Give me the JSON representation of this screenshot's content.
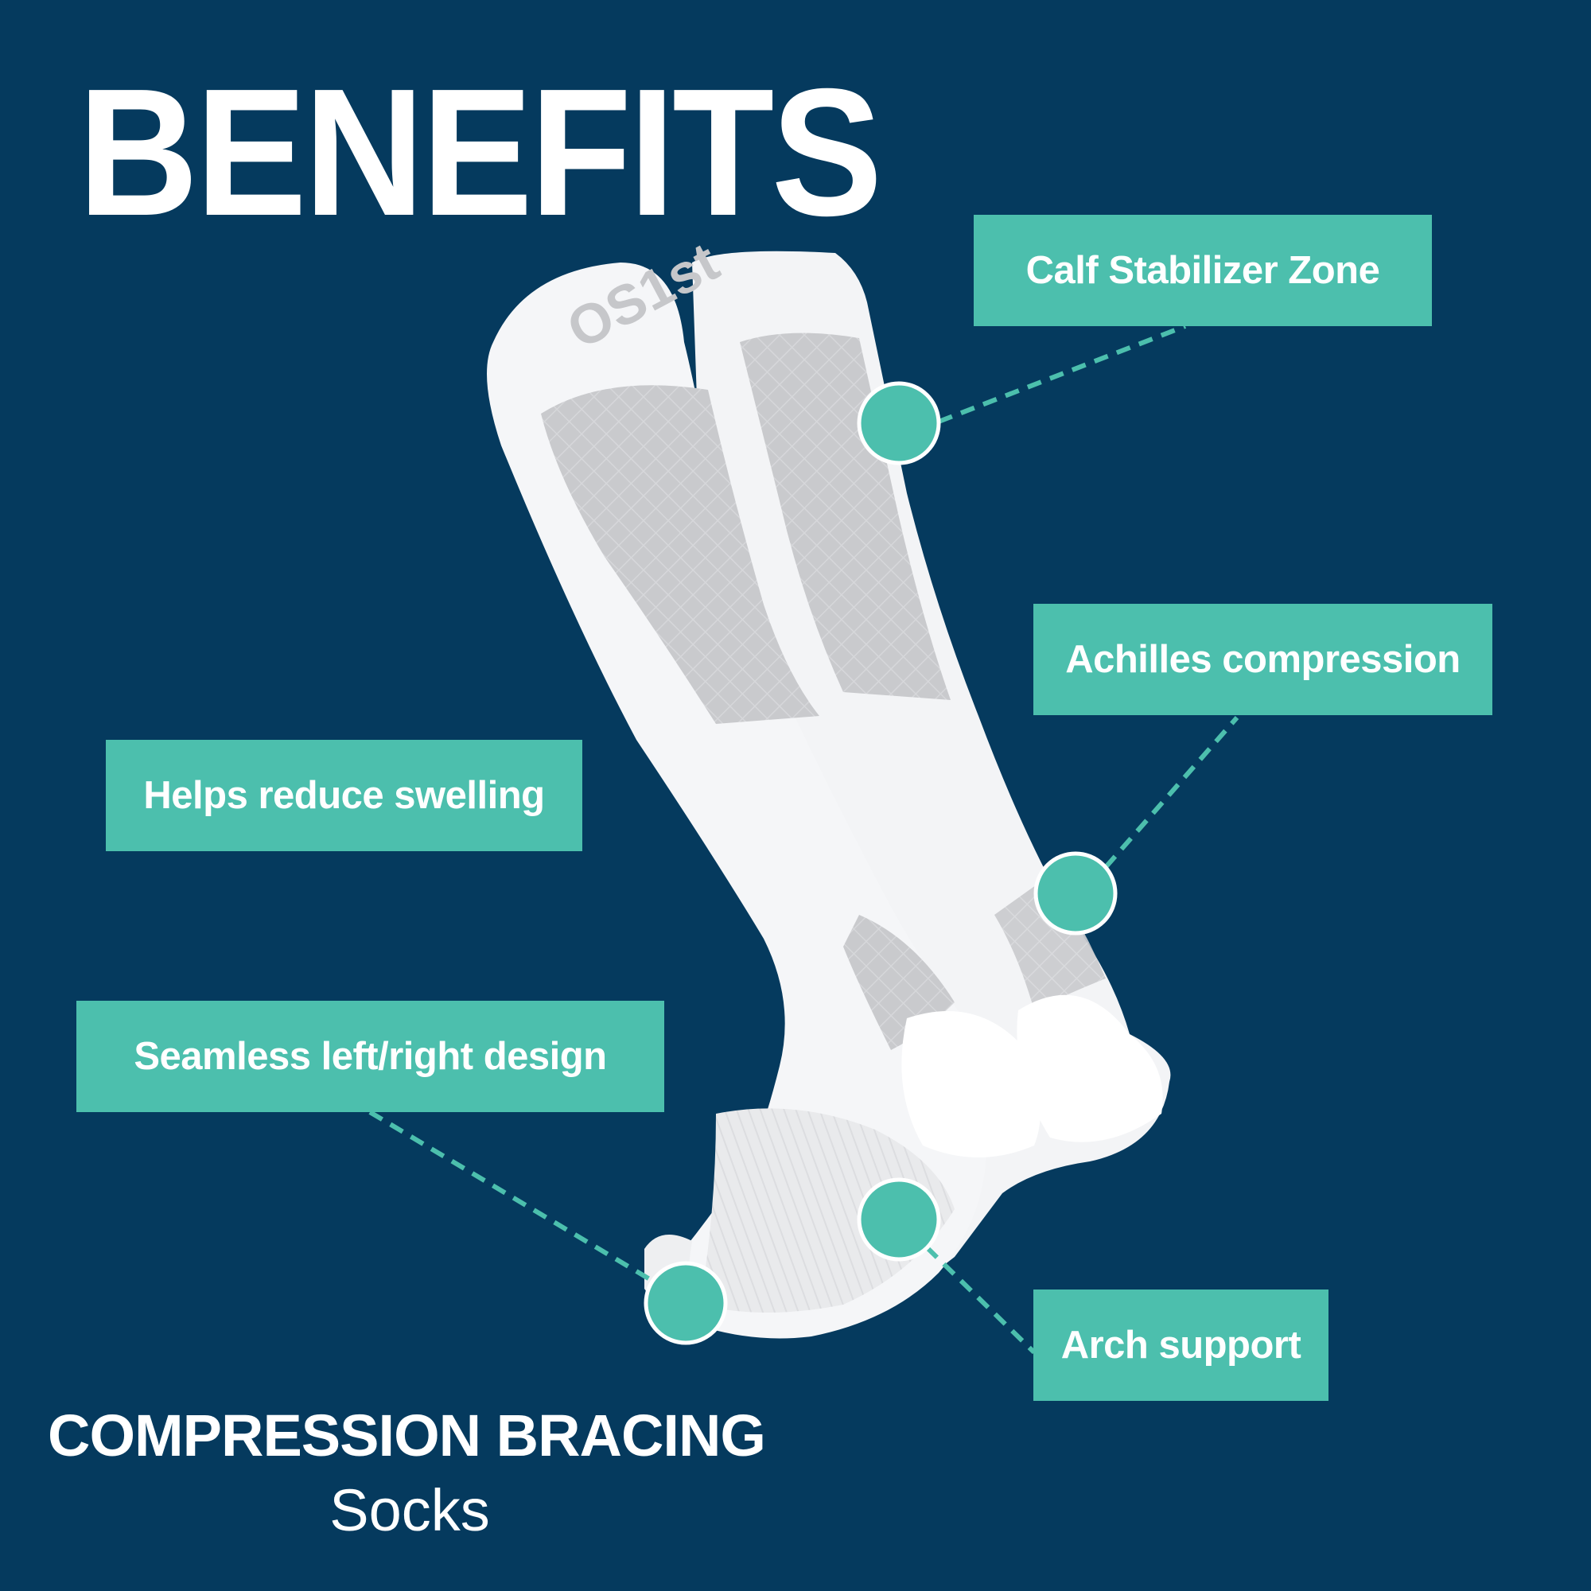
{
  "header": {
    "title": "BENEFITS"
  },
  "product": {
    "brand_mark": "OS1st",
    "name": "COMPRESSION BRACING",
    "type": "Socks"
  },
  "callouts": [
    {
      "id": "calf",
      "label": "Calf Stabilizer Zone"
    },
    {
      "id": "achilles",
      "label": "Achilles compression"
    },
    {
      "id": "swelling",
      "label": "Helps reduce swelling"
    },
    {
      "id": "seamless",
      "label": "Seamless left/right design"
    },
    {
      "id": "arch",
      "label": "Arch support"
    }
  ],
  "colors": {
    "background": "#053a5e",
    "accent": "#4cbfad",
    "text": "#ffffff",
    "sock": "#f4f5f7",
    "sock_mesh": "#c9cacd"
  }
}
